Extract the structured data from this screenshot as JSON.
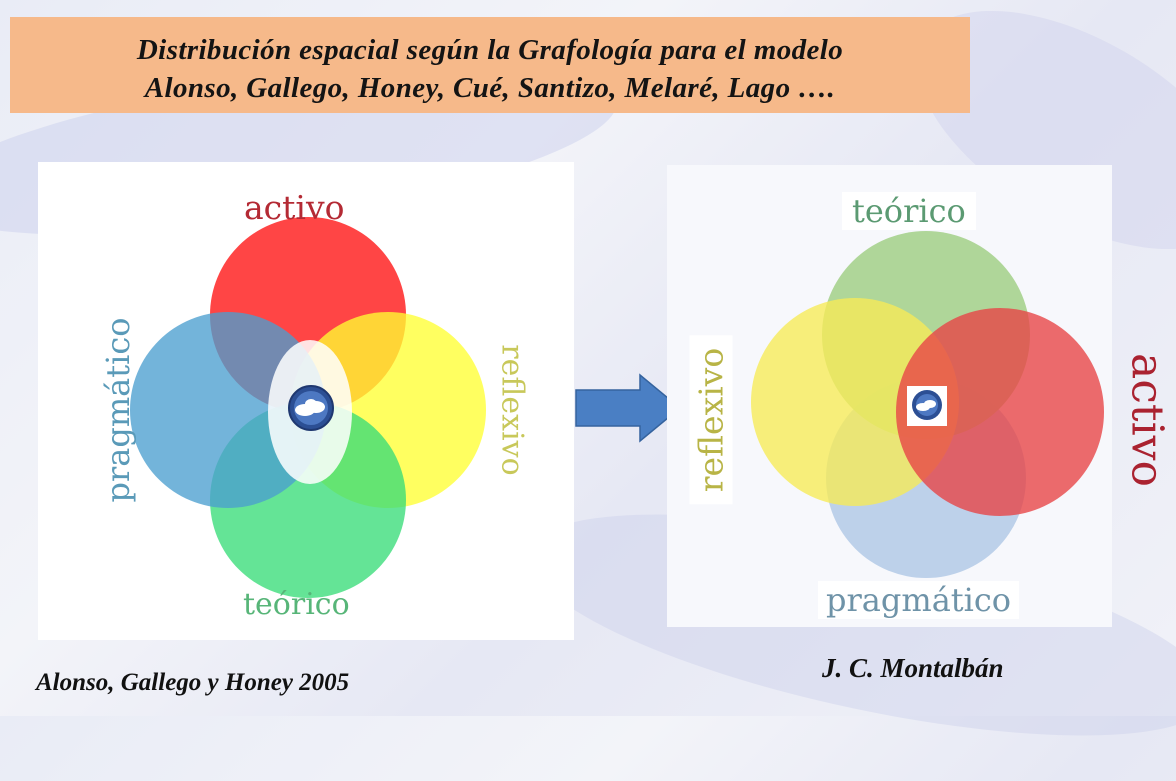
{
  "title": {
    "line1": "Distribución  espacial  según  la  Grafología  para el modelo",
    "line2": "Alonso, Gallego, Honey,  Cué,  Santizo,  Melaré,  Lago …."
  },
  "left_diagram": {
    "labels": {
      "top": "activo",
      "bottom": "teórico",
      "left": "pragmático",
      "right": "reflexivo"
    },
    "colors": {
      "activo": "#ff1111",
      "reflexivo": "#ffff33",
      "teorico": "#38dd78",
      "pragmatico": "#4b9fcf"
    },
    "credit": "Alonso, Gallego y Honey 2005"
  },
  "right_diagram": {
    "labels": {
      "top": "teórico",
      "bottom": "pragmático",
      "left": "reflexivo",
      "right": "activo"
    },
    "colors": {
      "teorico": "#a8d68a",
      "reflexivo": "#fff35a",
      "activo": "#f04848",
      "pragmatico": "#b8d0ea"
    },
    "credit": "J. C. Montalbán"
  },
  "arrow": {
    "color": "#4a7fc4",
    "direction": "right"
  },
  "icons": [
    "cloud-globe-icon",
    "cloud-globe-icon"
  ]
}
